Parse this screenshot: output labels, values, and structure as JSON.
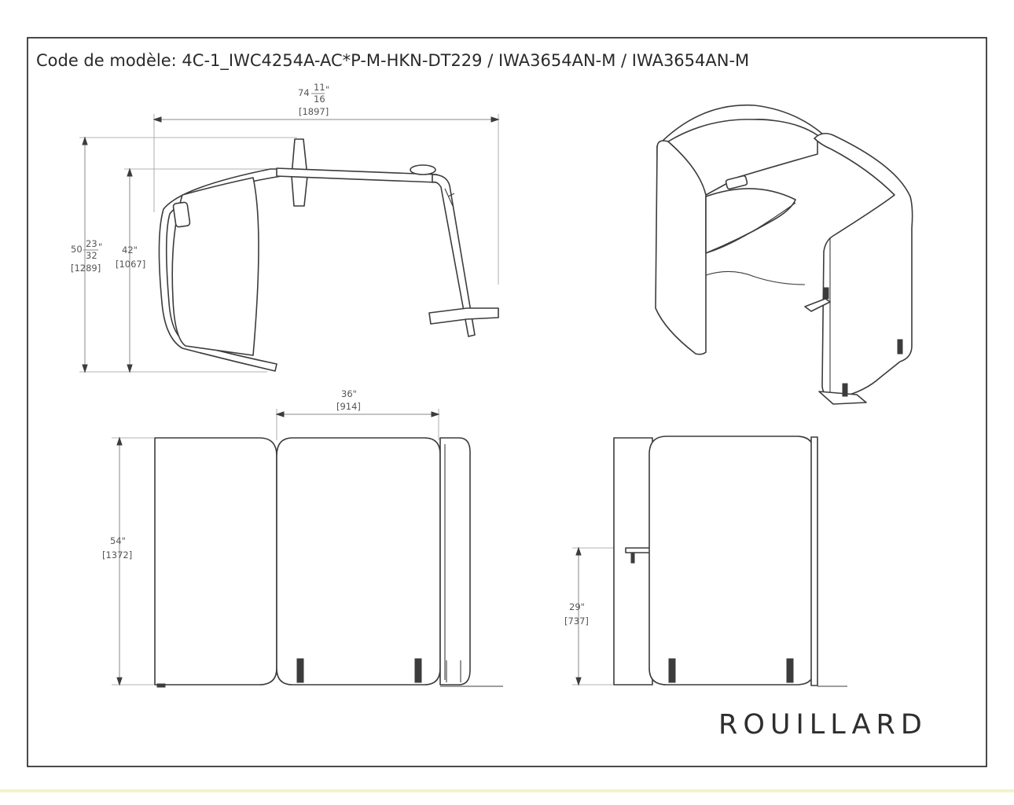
{
  "header": {
    "model_code": "Code de modèle: 4C-1_IWC4254A-AC*P-M-HKN-DT229 / IWA3654AN-M / IWA3654AN-M"
  },
  "brand": {
    "logo": "ROUILLARD"
  },
  "dimensions": {
    "width_overall": {
      "whole": "74",
      "num": "11",
      "den": "16",
      "mark": "\"",
      "mm": "[1897]"
    },
    "depth_overall": {
      "whole": "50",
      "num": "23",
      "den": "32",
      "mark": "\"",
      "mm": "[1289]"
    },
    "depth_inner": {
      "inch": "42\"",
      "mm": "[1067]"
    },
    "desk_width": {
      "inch": "36\"",
      "mm": "[914]"
    },
    "height": {
      "inch": "54\"",
      "mm": "[1372]"
    },
    "desk_height": {
      "inch": "29\"",
      "mm": "[737]"
    }
  },
  "views": {
    "top_view": "top-view",
    "iso_view": "isometric-view",
    "front_view": "front-view",
    "side_view": "side-view"
  },
  "colors": {
    "line": "#3c3c3c",
    "dimension": "#8a8a8a",
    "frame": "#1e1e1e"
  }
}
